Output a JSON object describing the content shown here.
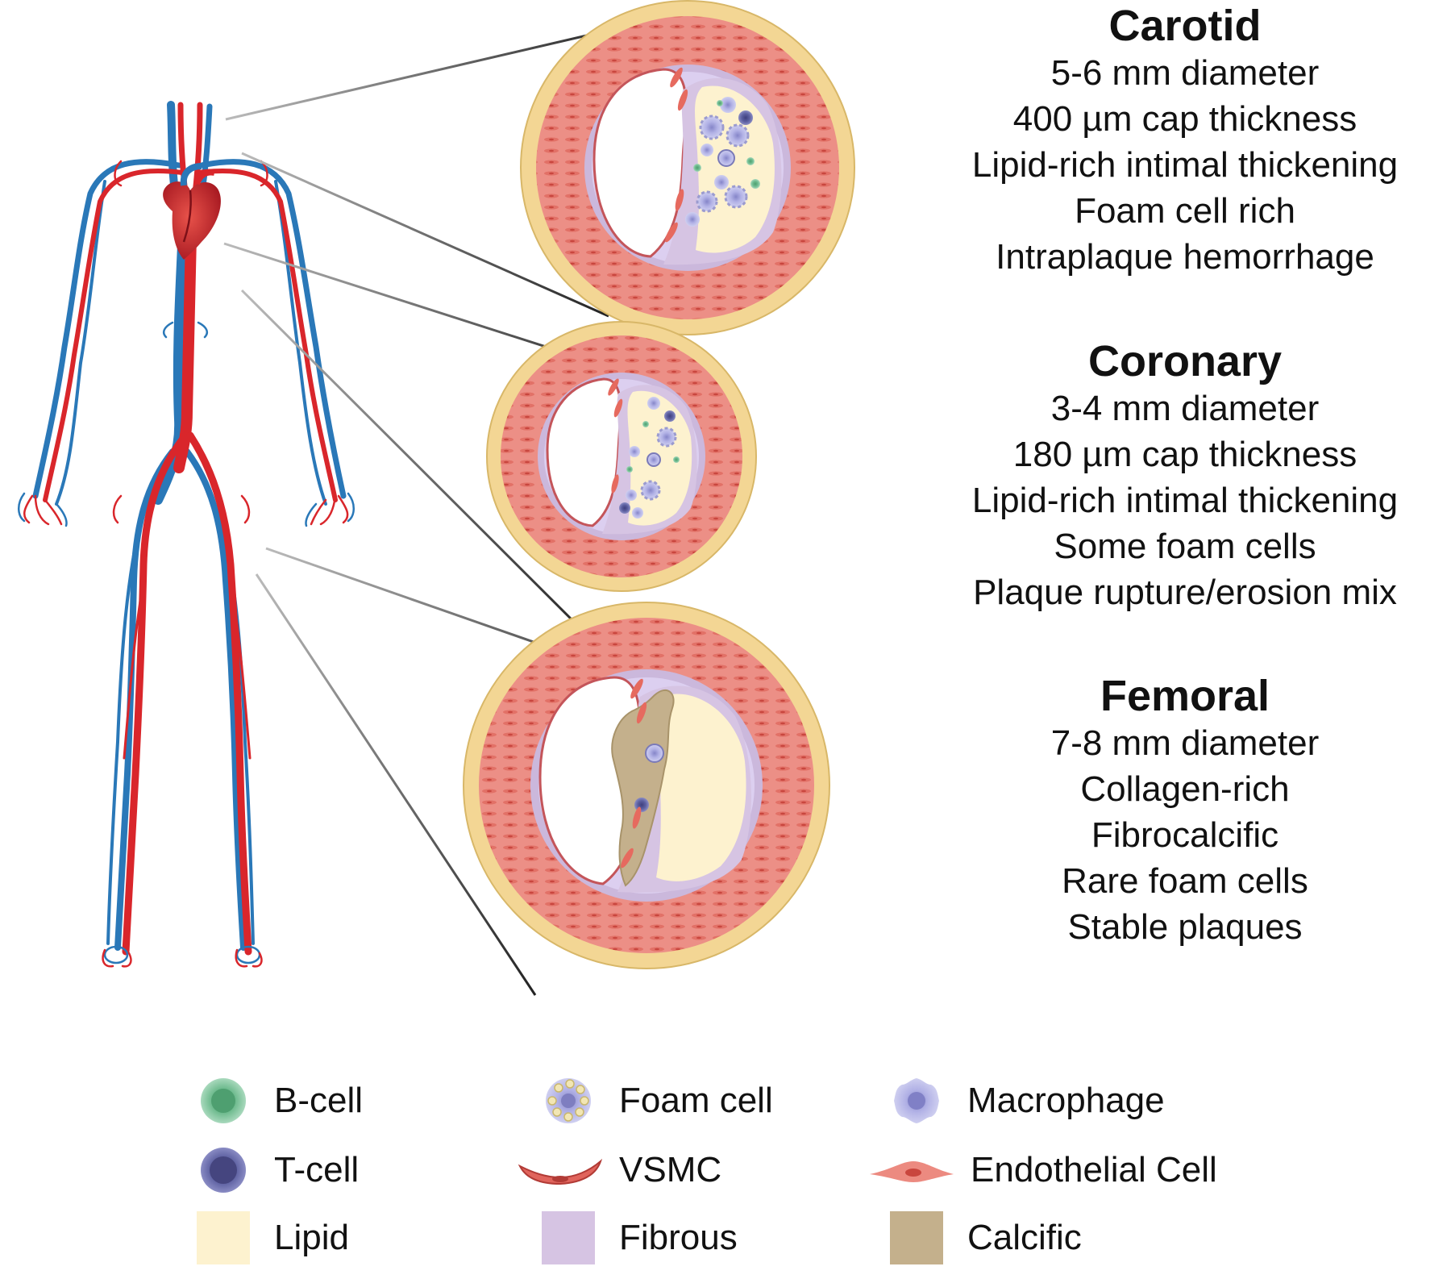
{
  "arteries": [
    {
      "id": "carotid",
      "title": "Carotid",
      "features": [
        "5-6 mm diameter",
        "400 µm cap thickness",
        "Lipid-rich intimal thickening",
        "Foam cell rich",
        "Intraplaque hemorrhage"
      ]
    },
    {
      "id": "coronary",
      "title": "Coronary",
      "features": [
        "3-4 mm diameter",
        "180 µm cap thickness",
        "Lipid-rich intimal thickening",
        "Some foam cells",
        "Plaque rupture/erosion mix"
      ]
    },
    {
      "id": "femoral",
      "title": "Femoral",
      "features": [
        "7-8 mm diameter",
        "Collagen-rich",
        "Fibrocalcific",
        "Rare foam cells",
        "Stable plaques"
      ]
    }
  ],
  "legend": [
    {
      "label": "B-cell",
      "icon": "b-cell-icon"
    },
    {
      "label": "Foam cell",
      "icon": "foam-cell-icon"
    },
    {
      "label": "Macrophage",
      "icon": "macrophage-icon"
    },
    {
      "label": "T-cell",
      "icon": "t-cell-icon"
    },
    {
      "label": "VSMC",
      "icon": "vsmc-icon"
    },
    {
      "label": "Endothelial Cell",
      "icon": "endothelial-cell-icon"
    },
    {
      "label": "Lipid",
      "icon": "lipid-swatch"
    },
    {
      "label": "Fibrous",
      "icon": "fibrous-swatch"
    },
    {
      "label": "Calcific",
      "icon": "calcific-swatch"
    }
  ],
  "colors": {
    "artery_red": "#d9262b",
    "vein_blue": "#2a78b8",
    "adventitia": "#f3d694",
    "media": "#ec8f86",
    "intima": "#cbb8dc",
    "lipid": "#fdf2cf",
    "fibrous": "#d6c4e3",
    "calcific": "#c4b08c",
    "b_cell": "#5fb382",
    "t_cell": "#5c5fa0",
    "macrophage": "#b2b2e6"
  }
}
